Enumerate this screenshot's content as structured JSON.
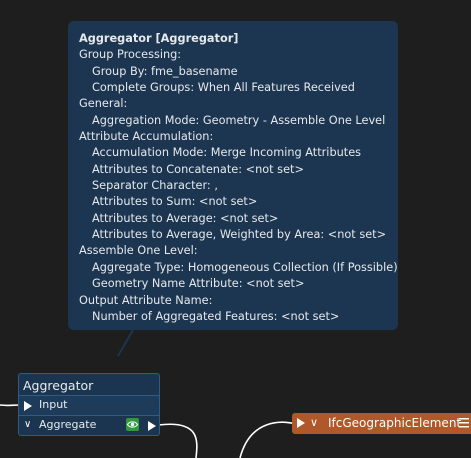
{
  "tooltip": {
    "lines": [
      "Aggregator [Aggregator]",
      "Group Processing:",
      "Group By: fme_basename",
      "Complete Groups: When All Features Received",
      "General:",
      "Aggregation Mode: Geometry - Assemble One Level",
      "Attribute Accumulation:",
      "Accumulation Mode: Merge Incoming Attributes",
      "Attributes to Concatenate: <not set>",
      "Separator Character: ,",
      "Attributes to Sum: <not set>",
      "Attributes to Average: <not set>",
      "Attributes to Average, Weighted by Area: <not set>",
      "Assemble One Level:",
      "Aggregate Type: Homogeneous Collection (If Possible)",
      "Geometry Name Attribute: <not set>",
      "Output Attribute Name:",
      "Number of Aggregated Features: <not set>"
    ]
  },
  "aggregator_node": {
    "title": "Aggregator",
    "input_port": "Input",
    "output_port": "Aggregate"
  },
  "writer": {
    "name": "IfcGeographicElement"
  },
  "colors": {
    "canvas_bg": "#1e1e1e",
    "tooltip_bg": "#1c3550",
    "node_bg": "#1b3550",
    "writer_bg": "#b0582a",
    "eye_green": "#2e9a3a"
  },
  "icons": {
    "input_port": "triangle-right-icon",
    "output_port_collapse": "chevron-down-icon",
    "inspect": "eye-icon",
    "output_port": "triangle-right-icon",
    "writer_input": "triangle-right-icon",
    "writer_collapse": "chevron-down-icon",
    "writer_menu": "list-icon"
  }
}
